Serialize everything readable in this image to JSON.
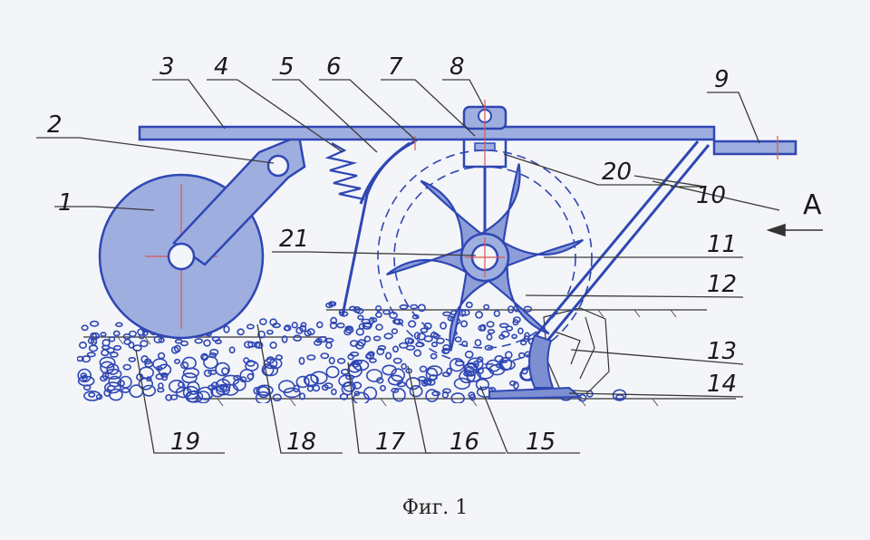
{
  "figure": {
    "caption": "Фиг. 1",
    "view_letter": "A",
    "callouts": [
      "1",
      "2",
      "3",
      "4",
      "5",
      "6",
      "7",
      "8",
      "9",
      "10",
      "11",
      "12",
      "13",
      "14",
      "15",
      "16",
      "17",
      "18",
      "19",
      "20",
      "21"
    ]
  },
  "colors": {
    "part_fill": "#9eaedf",
    "part_stroke": "#2f47b4",
    "leader": "#3a3a3a",
    "soil": "#2f47b4",
    "background": "#f4f5f8"
  },
  "icons": [
    "support-wheel",
    "frame-beam",
    "spring",
    "rotor-star",
    "ploughshare",
    "soil-particles"
  ]
}
